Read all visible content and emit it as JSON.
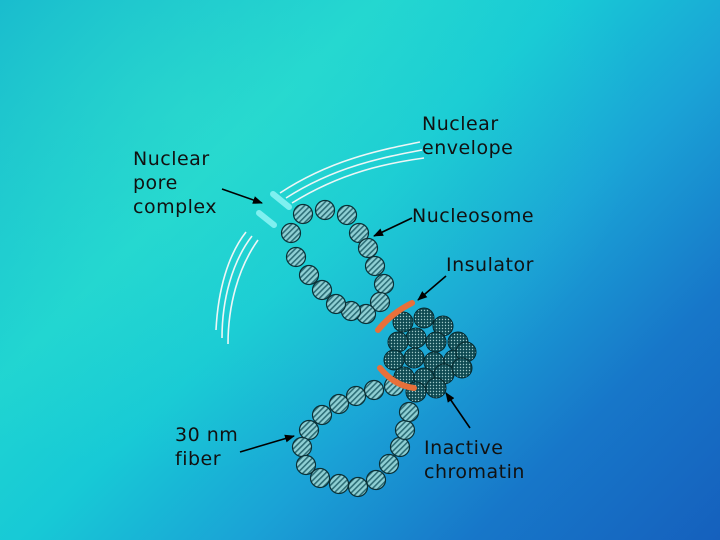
{
  "labels": {
    "nuclear_pore_complex": [
      "Nuclear",
      "pore",
      "complex"
    ],
    "nuclear_envelope": [
      "Nuclear",
      "envelope"
    ],
    "nucleosome": "Nucleosome",
    "insulator": "Insulator",
    "fiber_30nm": [
      "30 nm",
      "fiber"
    ],
    "inactive_chromatin": [
      "Inactive",
      "chromatin"
    ]
  },
  "colors": {
    "nucleosome_fill": "#8fd0d4",
    "nucleosome_stripe": "#2e6f78",
    "insulator": "#e8703a",
    "pore": "#7ff0f0",
    "chromatin_fill": "#0f4a52",
    "envelope_line": "#eef6f6",
    "arrow": "#000000"
  }
}
